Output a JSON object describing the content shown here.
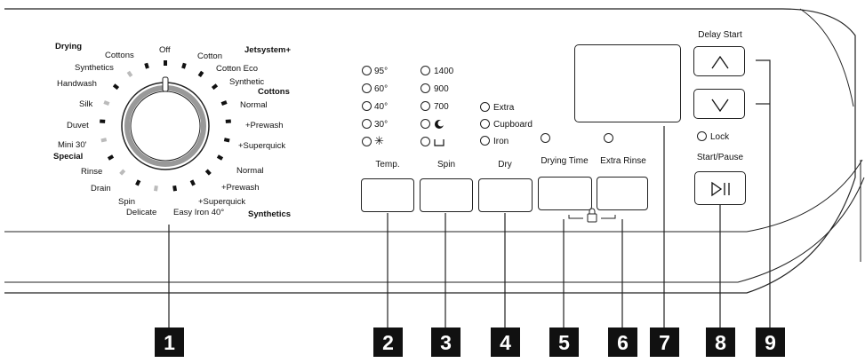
{
  "dial": {
    "positions": [
      "Off",
      "Cotton",
      "Cotton Eco",
      "Synthetic",
      "Normal",
      "+Prewash",
      "+Superquick",
      "Normal",
      "+Prewash",
      "+Superquick",
      "Easy Iron 40°",
      "Delicate",
      "Spin",
      "Drain",
      "Rinse",
      "Mini 30'",
      "Duvet",
      "Silk",
      "Handwash",
      "Synthetics",
      "Cottons"
    ],
    "groups": [
      "Jetsystem+",
      "Cottons",
      "Synthetics",
      "Special",
      "Drying"
    ]
  },
  "temp_options": [
    "95°",
    "60°",
    "40°",
    "30°",
    "✳"
  ],
  "spin_options": [
    "1400",
    "900",
    "700",
    "",
    ""
  ],
  "dry_options": [
    "Extra",
    "Cupboard",
    "Iron"
  ],
  "buttons": {
    "temp": "Temp.",
    "spin": "Spin",
    "dry": "Dry",
    "drying_time": "Drying Time",
    "extra_rinse": "Extra Rinse",
    "delay_start": "Delay Start",
    "lock": "Lock",
    "start_pause": "Start/Pause"
  },
  "callouts": [
    "1",
    "2",
    "3",
    "4",
    "5",
    "6",
    "7",
    "8",
    "9"
  ]
}
